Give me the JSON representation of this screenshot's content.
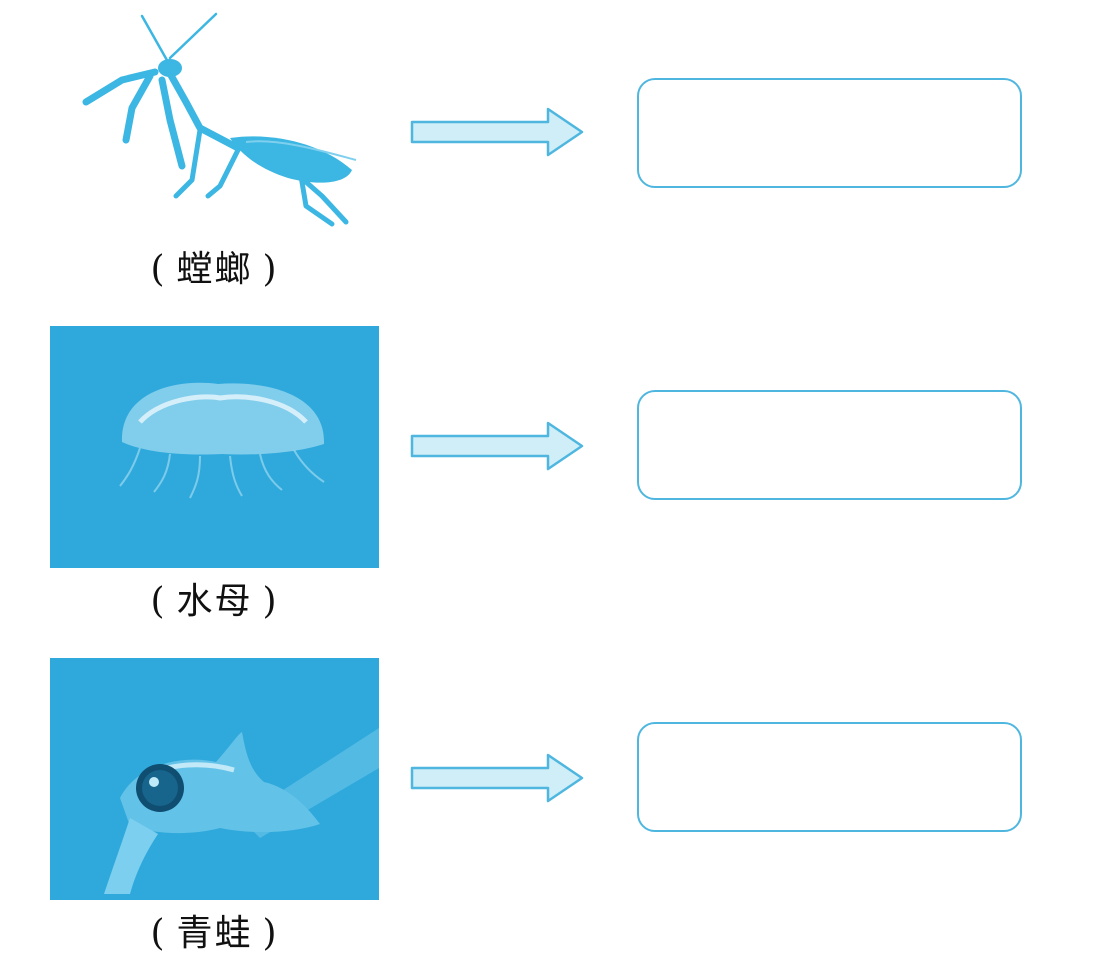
{
  "colors": {
    "accent": "#4fb7df",
    "arrow_fill": "#cfeef8",
    "photo_bg": "#2fa9dc"
  },
  "icons": [
    "mantis-image",
    "jellyfish-image",
    "frog-image",
    "right-arrow-icon"
  ],
  "items": [
    {
      "open_paren": "(",
      "label": "螳螂",
      "close_paren": ")",
      "answer": ""
    },
    {
      "open_paren": "(",
      "label": "水母",
      "close_paren": ")",
      "answer": ""
    },
    {
      "open_paren": "(",
      "label": "青蛙",
      "close_paren": ")",
      "answer": ""
    }
  ]
}
